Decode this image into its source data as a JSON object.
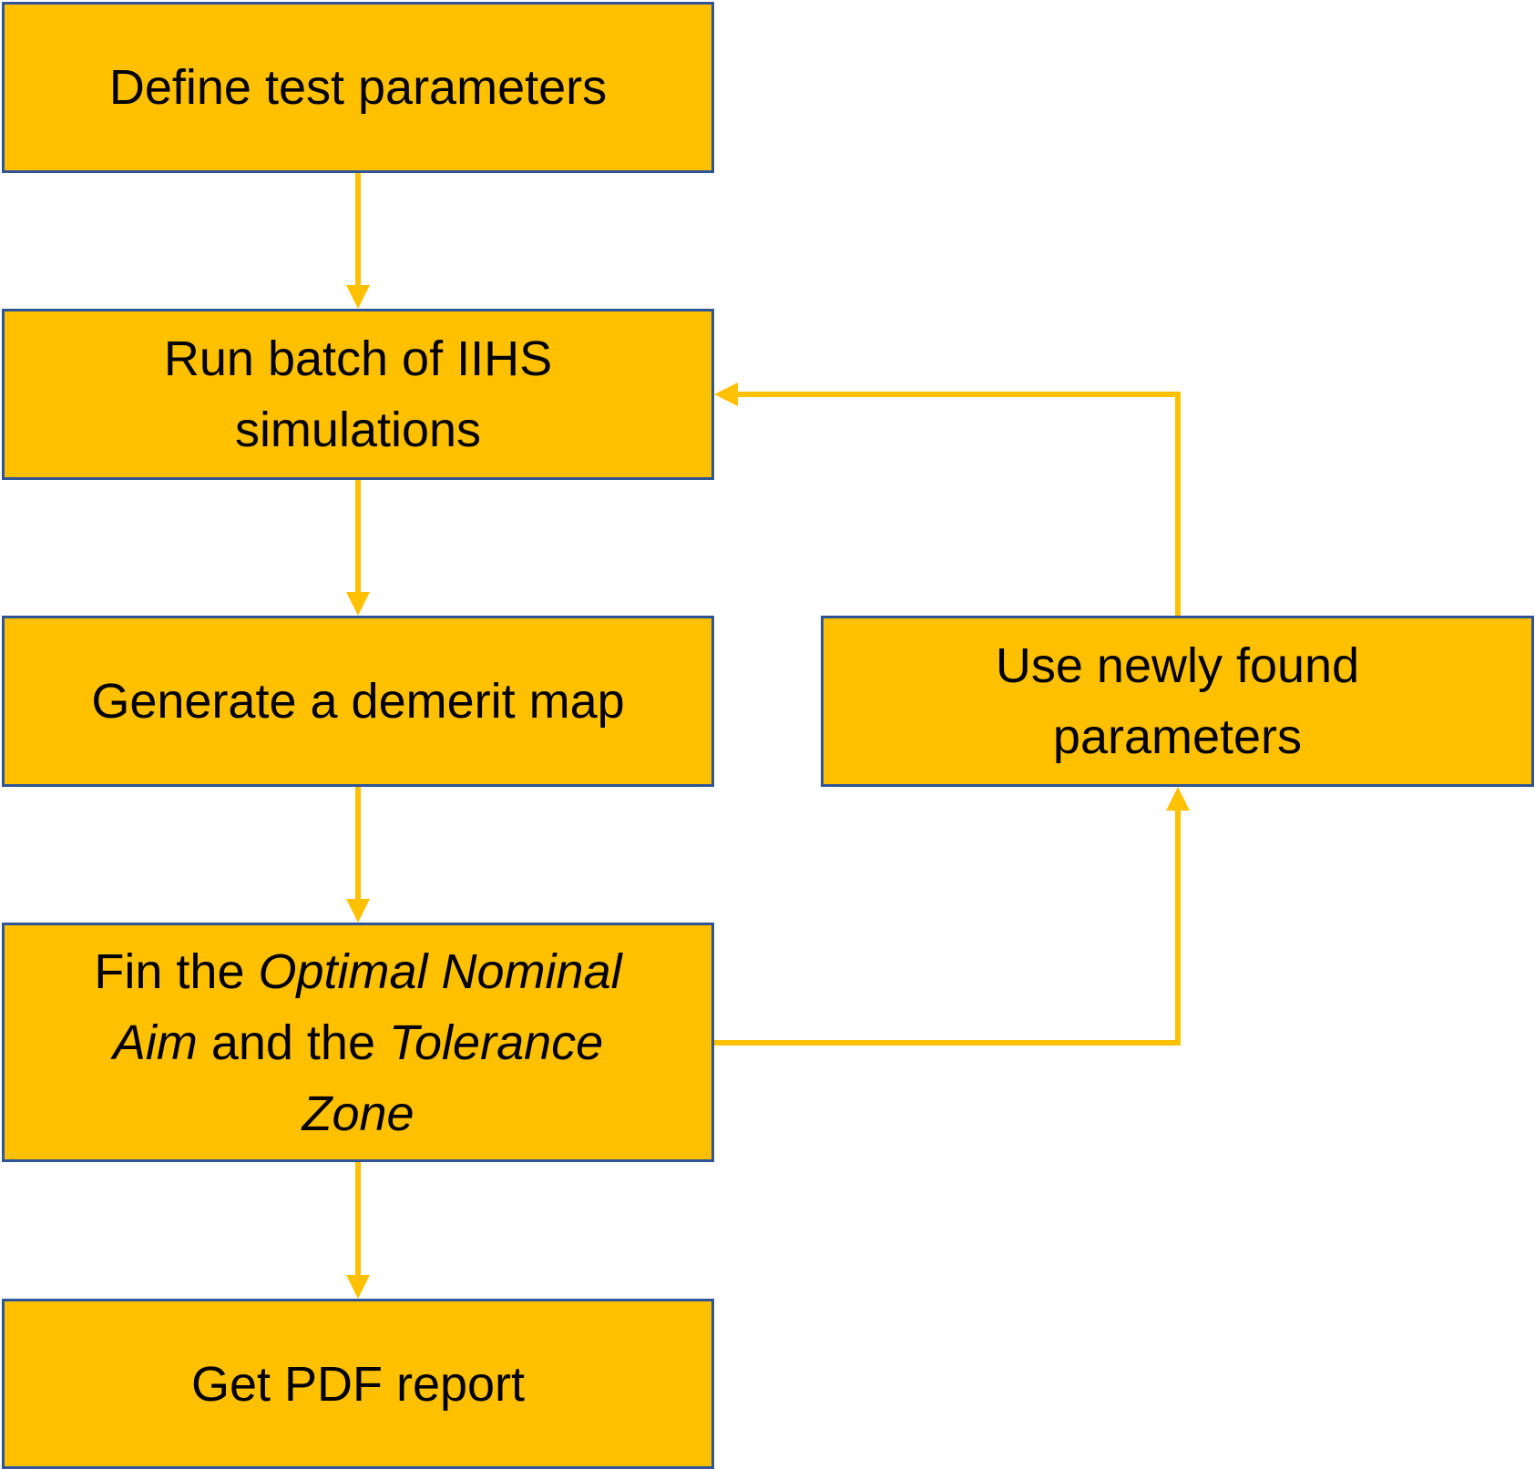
{
  "colors": {
    "box_fill": "#FFC000",
    "box_border": "#2F5597",
    "arrow": "#FFC000",
    "text": "#000000"
  },
  "steps": {
    "define": {
      "label": "Define test parameters"
    },
    "run": {
      "line1": "Run batch of IIHS",
      "line2": "simulations"
    },
    "generate": {
      "label": "Generate a demerit map"
    },
    "find": {
      "part1": "Fin the ",
      "part2_italic": "Optimal Nominal",
      "part3_italic": "Aim",
      "part4": " and the ",
      "part5_italic": "Tolerance",
      "part6_italic": "Zone"
    },
    "report": {
      "label": "Get PDF report"
    },
    "use": {
      "line1": "Use newly found",
      "line2": "parameters"
    }
  }
}
